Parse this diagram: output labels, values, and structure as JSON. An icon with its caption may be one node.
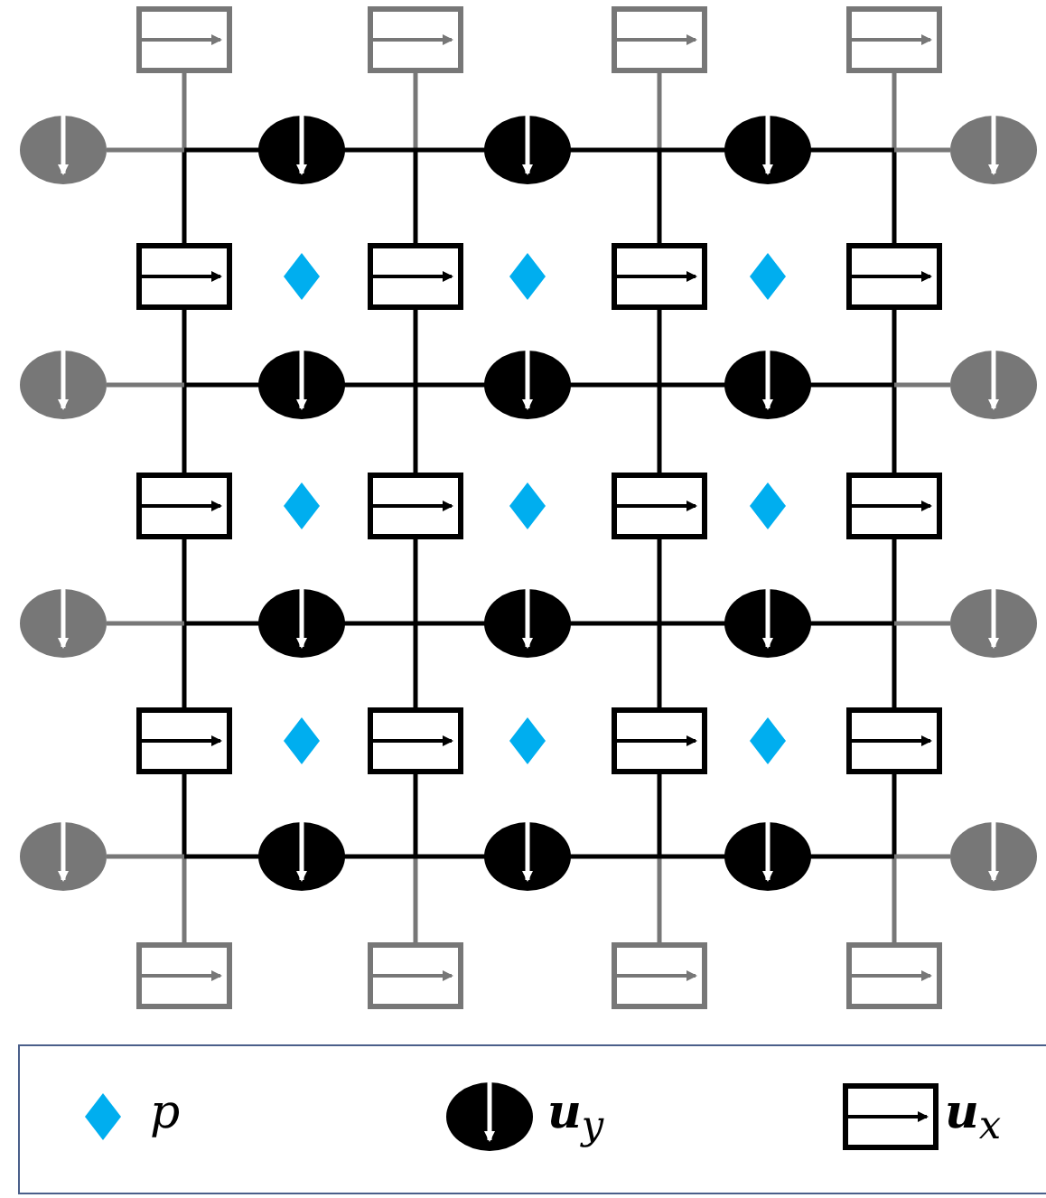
{
  "diagram": {
    "legend": [
      {
        "text": "p"
      },
      {
        "text": "**u**$_{y}$"
      },
      {
        "text": "**u**$_{x}$"
      }
    ]
  }
}
